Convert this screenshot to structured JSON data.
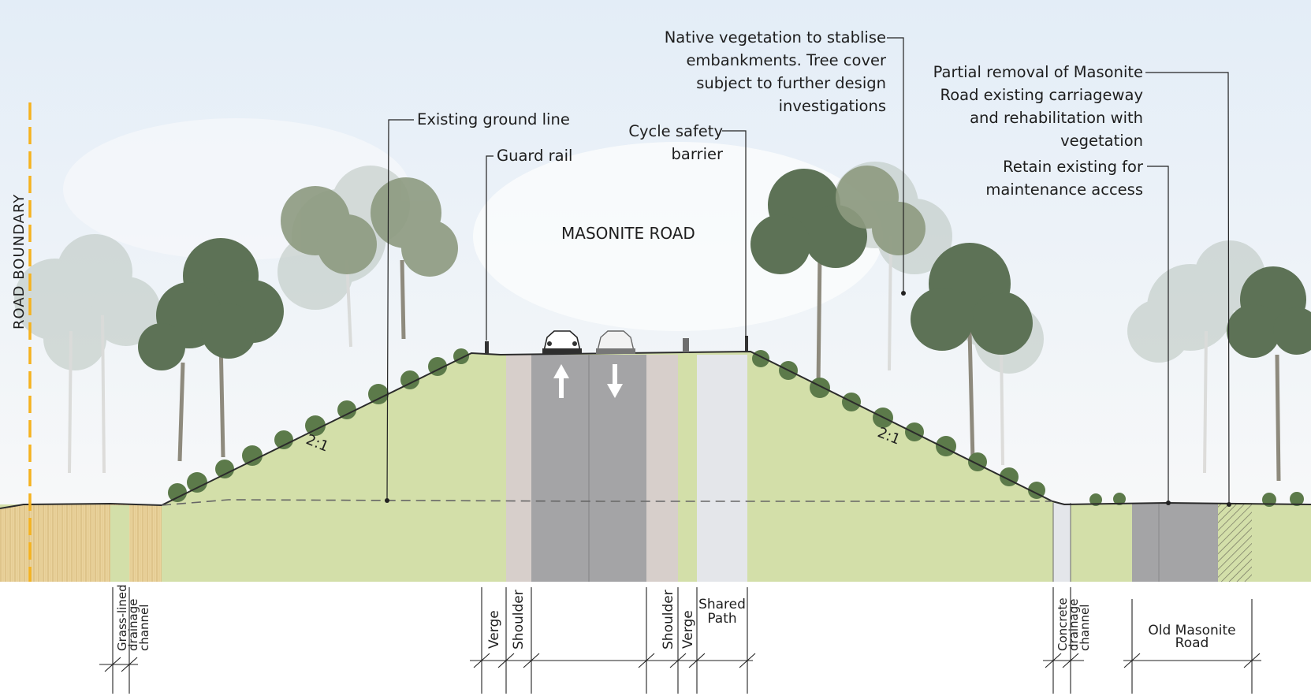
{
  "title": "MASONITE ROAD",
  "road_boundary": "ROAD BOUNDARY",
  "slopes": {
    "left": "2:1",
    "right": "2:1"
  },
  "callouts": {
    "existing_ground_line": "Existing ground line",
    "guard_rail": "Guard rail",
    "cycle_barrier": [
      "Cycle safety",
      "barrier"
    ],
    "native_vegetation": [
      "Native vegetation to stablise",
      "embankments. Tree cover",
      "subject to further design",
      "investigations"
    ],
    "partial_removal": [
      "Partial removal of Masonite",
      "Road existing carriageway",
      "and rehabilitation with",
      "vegetation"
    ],
    "retain_existing": [
      "Retain existing for",
      "maintenance access"
    ]
  },
  "dimension_labels": {
    "grass_channel": [
      "Grass-lined",
      "drainage",
      "channel"
    ],
    "verge_left": "Verge",
    "shoulder_left": "Shoulder",
    "shoulder_right": "Shoulder",
    "verge_right": "Verge",
    "shared_path": [
      "Shared",
      "Path"
    ],
    "concrete_channel": [
      "Concrete",
      "drainage",
      "channel"
    ],
    "old_road": [
      "Old Masonite",
      "Road"
    ]
  },
  "colors": {
    "embankment": "#d3dfa9",
    "carriageway": "#a4a4a6",
    "shoulder": "#d7cfcb",
    "shared_path": "#e4e6ea",
    "sky": "#eaf1f8",
    "road_boundary_line": "#f5b21f",
    "earth": "#e8cf97"
  }
}
